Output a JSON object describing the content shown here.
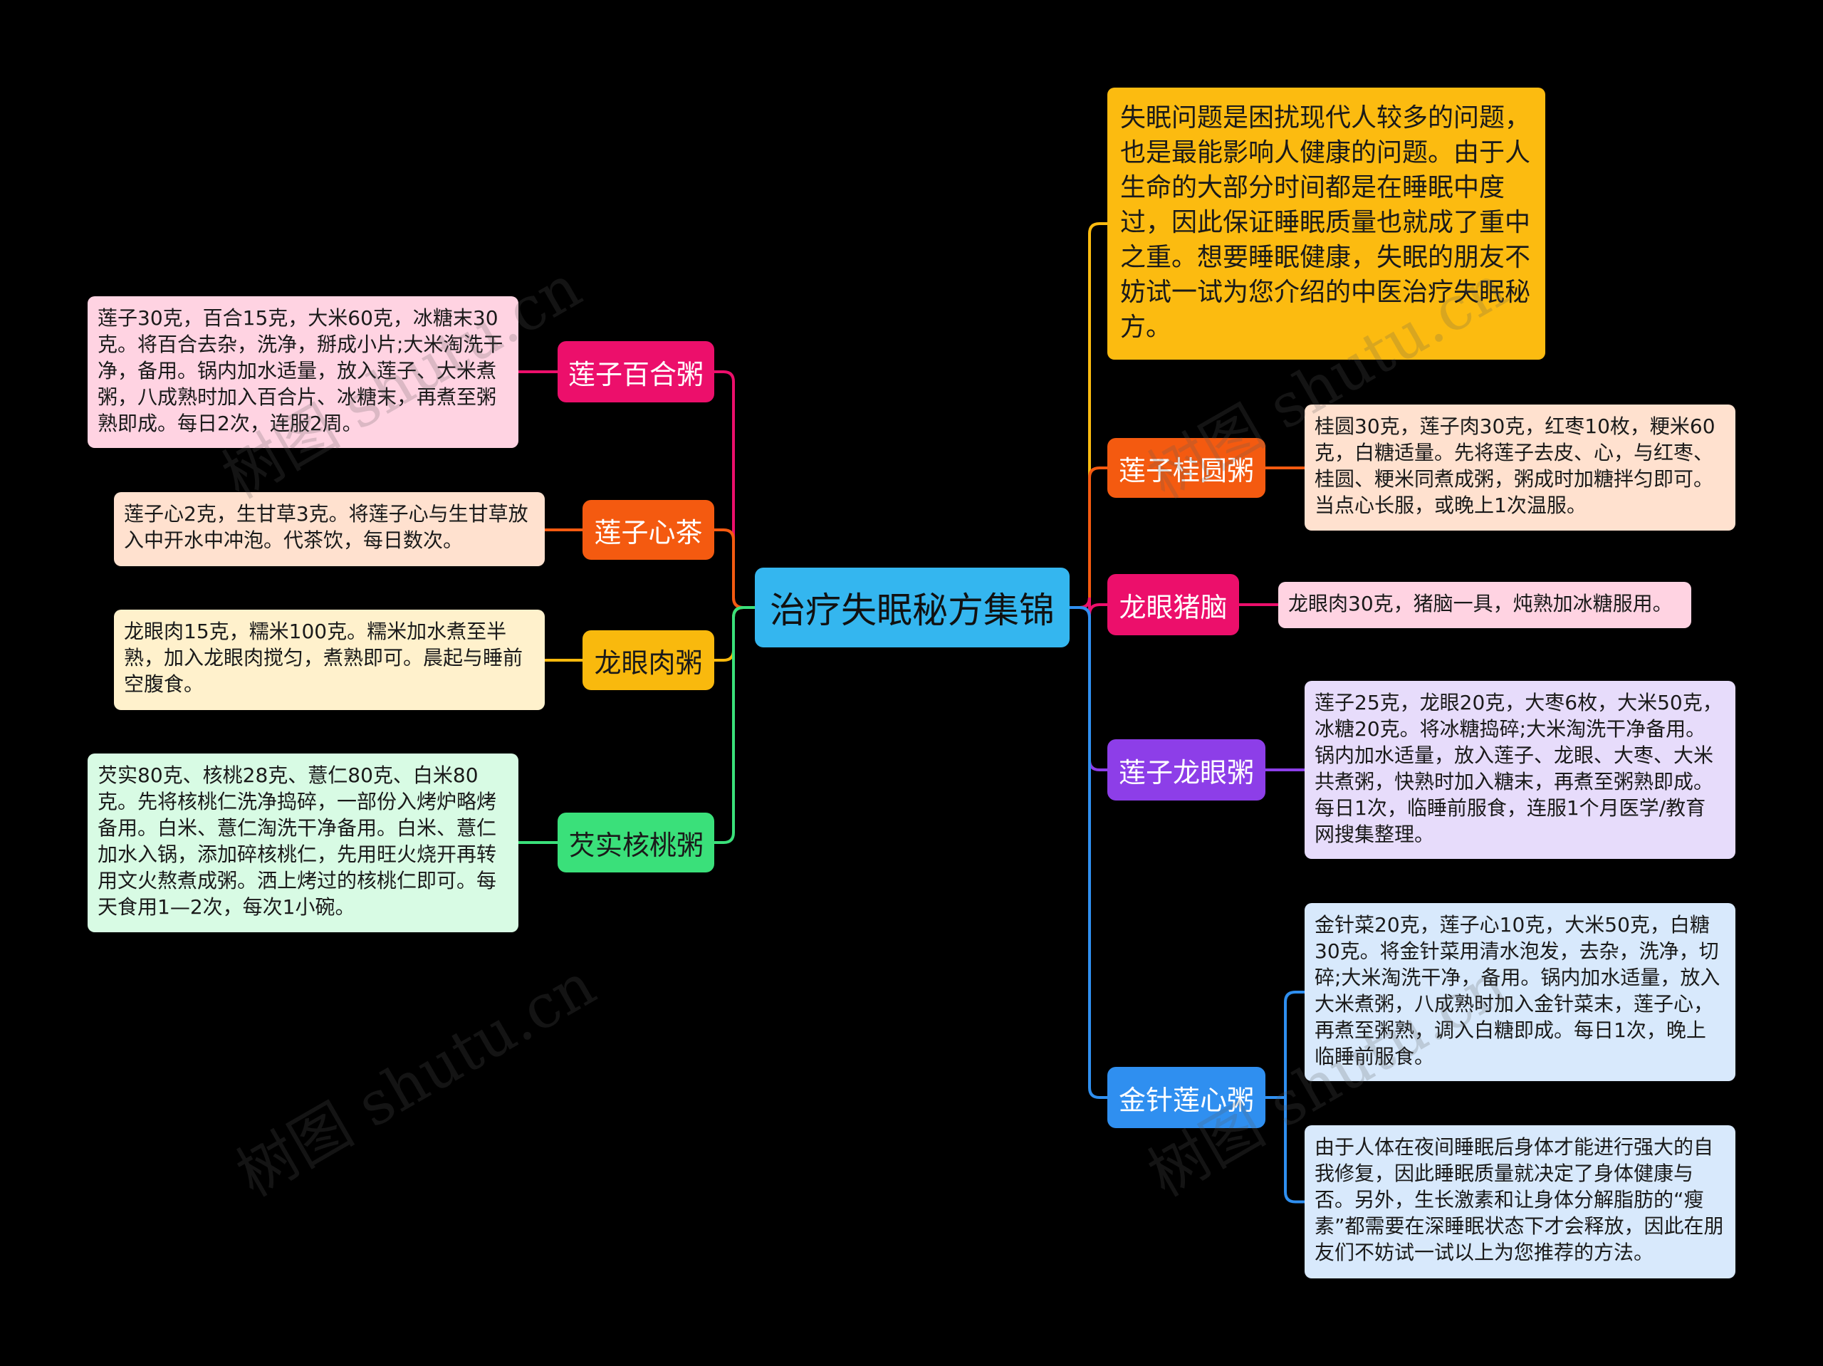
{
  "center": {
    "label": "治疗失眠秘方集锦",
    "color": "#34b6ef"
  },
  "left_topics": [
    {
      "label": "莲子百合粥",
      "color": "#ec0f6b",
      "leaf_bg": "#ffd3e2",
      "leaf": "莲子30克，百合15克，大米60克，冰糖末30克。将百合去杂，洗净，掰成小片;大米淘洗干净，备用。锅内加水适量，放入莲子、大米煮粥，八成熟时加入百合片、冰糖末，再煮至粥熟即成。每日2次，连服2周。"
    },
    {
      "label": "莲子心茶",
      "color": "#f45a10",
      "leaf_bg": "#ffe1cf",
      "leaf": "莲子心2克，生甘草3克。将莲子心与生甘草放入中开水中冲泡。代茶饮，每日数次。"
    },
    {
      "label": "龙眼肉粥",
      "color": "#f9b90d",
      "leaf_bg": "#fff1cc",
      "dark": true,
      "leaf": "龙眼肉15克，糯米100克。糯米加水煮至半熟，加入龙眼肉搅匀，煮熟即可。晨起与睡前空腹食。"
    },
    {
      "label": "芡实核桃粥",
      "color": "#3ae07a",
      "leaf_bg": "#d8fbe4",
      "dark": true,
      "leaf": "芡实80克、核桃28克、薏仁80克、白米80克。先将核桃仁洗净捣碎，一部份入烤炉略烤备用。白米、薏仁淘洗干净备用。白米、薏仁加水入锅，添加碎核桃仁，先用旺火烧开再转用文火熬煮成粥。洒上烤过的核桃仁即可。每天食用1—2次，每次1小碗。"
    }
  ],
  "intro": {
    "text": "失眠问题是困扰现代人较多的问题，也是最能影响人健康的问题。由于人生命的大部分时间都是在睡眠中度过，因此保证睡眠质量也就成了重中之重。想要睡眠健康，失眠的朋友不妨试一试为您介绍的中医治疗失眠秘方。",
    "color": "#fcbb10"
  },
  "right_topics": [
    {
      "label": "莲子桂圆粥",
      "color": "#f45a10",
      "leaf_bg": "#ffe1cf",
      "leaves": [
        "桂圆30克，莲子肉30克，红枣10枚，粳米60克，白糖适量。先将莲子去皮、心，与红枣、桂圆、粳米同煮成粥，粥成时加糖拌匀即可。当点心长服，或晚上1次温服。"
      ]
    },
    {
      "label": "龙眼猪脑",
      "color": "#ec0f6b",
      "leaf_bg": "#ffd3e2",
      "leaves": [
        "龙眼肉30克，猪脑一具，炖熟加冰糖服用。"
      ]
    },
    {
      "label": "莲子龙眼粥",
      "color": "#8d3ee8",
      "leaf_bg": "#e7dcfb",
      "leaves": [
        "莲子25克，龙眼20克，大枣6枚，大米50克，冰糖20克。将冰糖捣碎;大米淘洗干净备用。锅内加水适量，放入莲子、龙眼、大枣、大米共煮粥，快熟时加入糖末，再煮至粥熟即成。每日1次，临睡前服食，连服1个月医学/教育网搜集整理。"
      ]
    },
    {
      "label": "金针莲心粥",
      "color": "#2f8ff0",
      "leaf_bg": "#d8e9fc",
      "leaves": [
        "金针菜20克，莲子心10克，大米50克，白糖30克。将金针菜用清水泡发，去杂，洗净，切碎;大米淘洗干净，备用。锅内加水适量，放入大米煮粥，八成熟时加入金针菜末，莲子心，再煮至粥熟，调入白糖即成。每日1次，晚上临睡前服食。",
        "由于人体在夜间睡眠后身体才能进行强大的自我修复，因此睡眠质量就决定了身体健康与否。另外，生长激素和让身体分解脂肪的“瘦素”都需要在深睡眠状态下才会释放，因此在朋友们不妨试一试以上为您推荐的方法。"
      ]
    }
  ],
  "watermark": "树图 shutu.cn"
}
